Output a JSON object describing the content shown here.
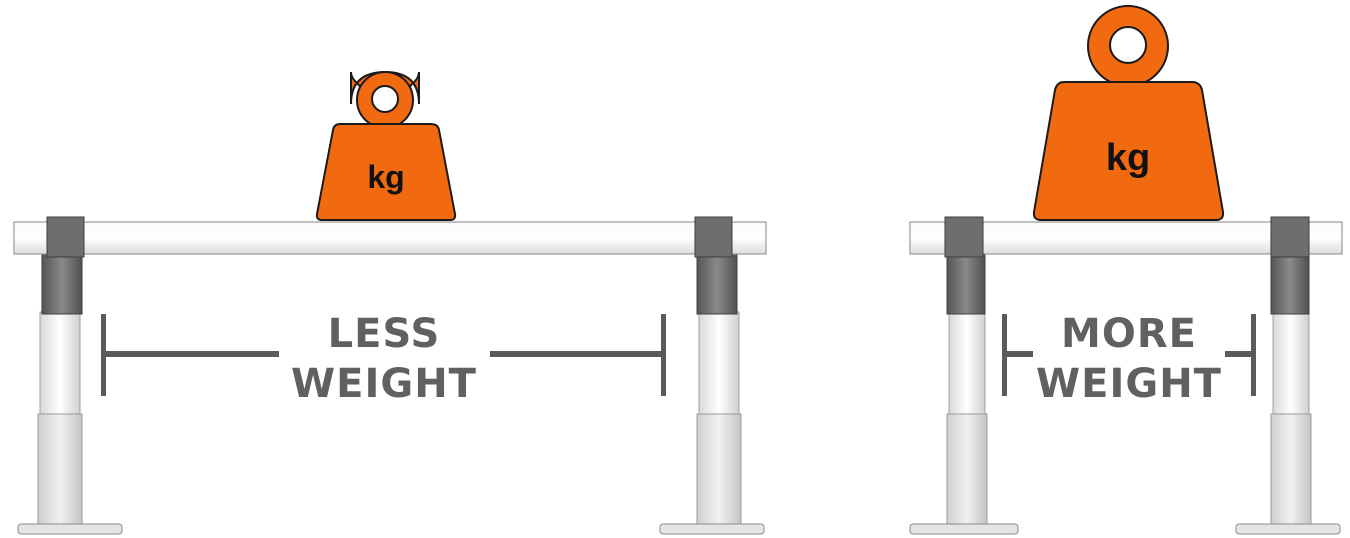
{
  "colors": {
    "weight_fill": "#f26a0f",
    "weight_stroke": "#1a1a1a",
    "bracket": "#5a5a5a",
    "rail": "#f0f0f0",
    "rail_stroke": "#9a9a9a",
    "sleeve": "#6b6b6b"
  },
  "left_panel": {
    "weight_label": "kg",
    "span_line1": "LESS",
    "span_line2": "WEIGHT"
  },
  "right_panel": {
    "weight_label": "kg",
    "span_line1": "MORE",
    "span_line2": "WEIGHT"
  }
}
